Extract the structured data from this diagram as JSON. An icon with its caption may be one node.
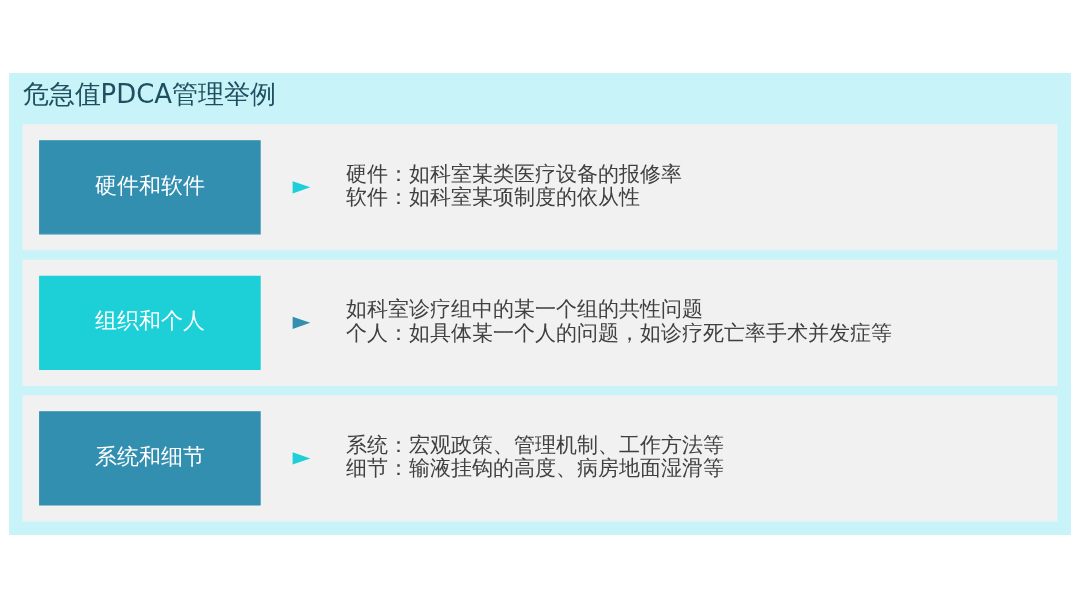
{
  "diagram": {
    "title": "危急值PDCA管理举例",
    "nodes": [
      {
        "text": [],
        "shape": "box"
      },
      {
        "text": [
          "硬件和软件"
        ],
        "in": 0
      },
      {
        "text": [
          "硬件：如科室某类医疗设备的报修率",
          "软件：如科室某项制度的依从性"
        ],
        "in": 0
      },
      {
        "text": [],
        "shape": "box"
      },
      {
        "text": [
          "组织和个人"
        ],
        "in": 3
      },
      {
        "text": [
          "如科室诊疗组中的某一个组的共性问题",
          "个人：如具体某一个人的问题，如诊疗死亡率手术并发症等"
        ],
        "in": 3
      },
      {
        "text": [],
        "shape": "box"
      },
      {
        "text": [
          "系统和细节"
        ],
        "in": 6
      },
      {
        "text": [
          "系统：宏观政策、管理机制、工作方法等",
          "细节：输液挂钩的高度、病房地面湿滑等"
        ],
        "in": 6
      }
    ],
    "edges": [
      {
        "from": 1,
        "to": 2,
        "arrow": "to"
      },
      {
        "from": 4,
        "to": 5,
        "arrow": "to",
        "color": "#338fb0"
      },
      {
        "from": 7,
        "to": 8,
        "arrow": "to"
      }
    ]
  }
}
